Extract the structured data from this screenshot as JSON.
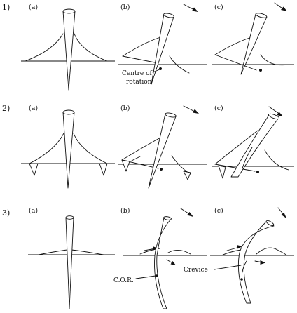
{
  "rows": [
    {
      "number": "1)",
      "panels": [
        "(a)",
        "(b)",
        "(c)"
      ]
    },
    {
      "number": "2)",
      "panels": [
        "(a)",
        "(b)",
        "(c)"
      ]
    },
    {
      "number": "3)",
      "panels": [
        "(a)",
        "(b)",
        "(c)"
      ]
    }
  ],
  "annotations": {
    "centre_of_rotation": [
      "Centre of",
      "rotation"
    ],
    "cor": "C.O.R.",
    "crevice": "Crevice"
  }
}
